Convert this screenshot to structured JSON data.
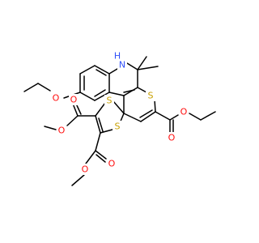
{
  "molecule": {
    "atoms": [
      {
        "id": "NH",
        "text": "H"
      },
      {
        "id": "N",
        "text": "N"
      },
      {
        "id": "S_thiopyran",
        "text": "S"
      },
      {
        "id": "S_dithiole_top",
        "text": "S"
      },
      {
        "id": "S_dithiole_bottom",
        "text": "S"
      },
      {
        "id": "O_ethoxy",
        "text": "O"
      },
      {
        "id": "O_ester_r_carbonyl",
        "text": "O"
      },
      {
        "id": "O_ester_r_ether",
        "text": "O"
      },
      {
        "id": "O_ester_l_carbonyl",
        "text": "O"
      },
      {
        "id": "O_ester_l_ether",
        "text": "O"
      },
      {
        "id": "O_ester_b_carbonyl",
        "text": "O"
      },
      {
        "id": "O_ester_b_ether",
        "text": "O"
      }
    ],
    "colors": {
      "carbon": "#000000",
      "nitrogen": "#3050f8",
      "sulfur": "#c8a000",
      "oxygen": "#ff0d0d",
      "background": "#ffffff"
    }
  }
}
